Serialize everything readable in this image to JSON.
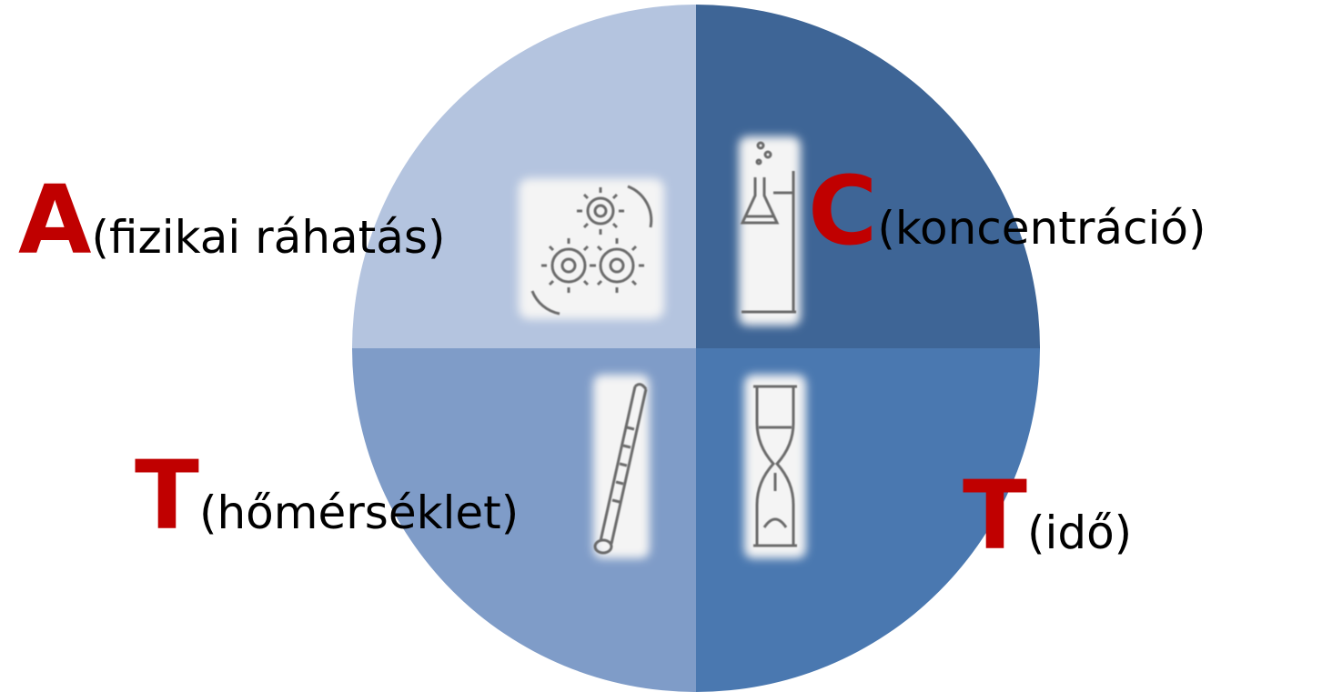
{
  "colors": {
    "q_top_left": "#b4c4df",
    "q_top_right": "#3e6596",
    "q_bottom_left": "#7f9cc8",
    "q_bottom_right": "#4a78b0",
    "letter": "#c00000",
    "icon_bg": "#f4f4f4",
    "icon_stroke": "#6b6b6b"
  },
  "quadrants": [
    {
      "letter": "A",
      "text": "(fizikai ráhatás)",
      "icon": "gears-icon"
    },
    {
      "letter": "C",
      "text": "(koncentráció)",
      "icon": "flask-stand-icon"
    },
    {
      "letter": "T",
      "text": "(hőmérséklet)",
      "icon": "thermometer-icon"
    },
    {
      "letter": "T",
      "text": "(idő)",
      "icon": "hourglass-icon"
    }
  ]
}
